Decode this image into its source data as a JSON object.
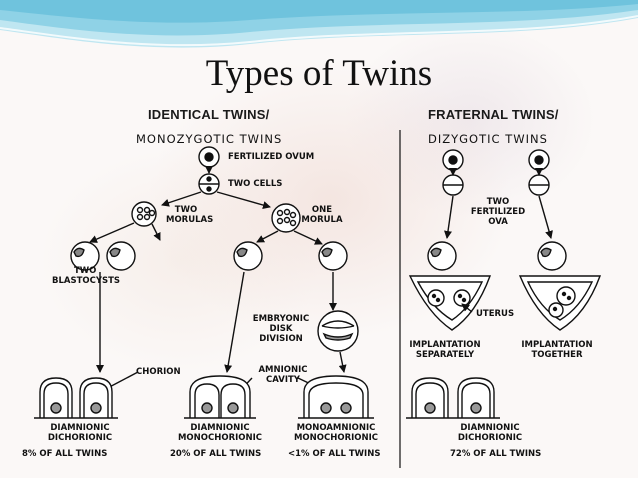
{
  "title": "Types of Twins",
  "identical": {
    "header": "IDENTICAL TWINS/",
    "subheader": "MONOZYGOTIC TWINS",
    "labels": {
      "fertilized_ovum": "FERTILIZED OVUM",
      "two_cells": "TWO CELLS",
      "two_morulas_1": "TWO",
      "two_morulas_2": "MORULAS",
      "one_morula_1": "ONE",
      "one_morula_2": "MORULA",
      "two_blastocysts_1": "TWO",
      "two_blastocysts_2": "BLASTOCYSTS",
      "embryonic_1": "EMBRYONIC",
      "embryonic_2": "DISK",
      "embryonic_3": "DIVISION",
      "chorion": "CHORION",
      "amnionic_1": "AMNIONIC",
      "amnionic_2": "CAVITY"
    },
    "outcomes": [
      {
        "line1": "DIAMNIONIC",
        "line2": "DICHORIONIC",
        "percent": "8% OF ALL TWINS"
      },
      {
        "line1": "DIAMNIONIC",
        "line2": "MONOCHORIONIC",
        "percent": "20% OF ALL TWINS"
      },
      {
        "line1": "MONOAMNIONIC",
        "line2": "MONOCHORIONIC",
        "percent": "<1% OF ALL TWINS"
      }
    ]
  },
  "fraternal": {
    "header": "FRATERNAL TWINS/",
    "subheader": "DIZYGOTIC TWINS",
    "labels": {
      "two_fertilized_1": "TWO",
      "two_fertilized_2": "FERTILIZED",
      "two_fertilized_3": "OVA",
      "uterus": "UTERUS",
      "impl_sep_1": "IMPLANTATION",
      "impl_sep_2": "SEPARATELY",
      "impl_tog_1": "IMPLANTATION",
      "impl_tog_2": "TOGETHER"
    },
    "outcome": {
      "line1": "DIAMNIONIC",
      "line2": "DICHORIONIC",
      "percent": "72% OF ALL TWINS"
    }
  },
  "colors": {
    "band": "#6fc3dd",
    "band_light": "#bfe6f1",
    "ink": "#111111"
  }
}
